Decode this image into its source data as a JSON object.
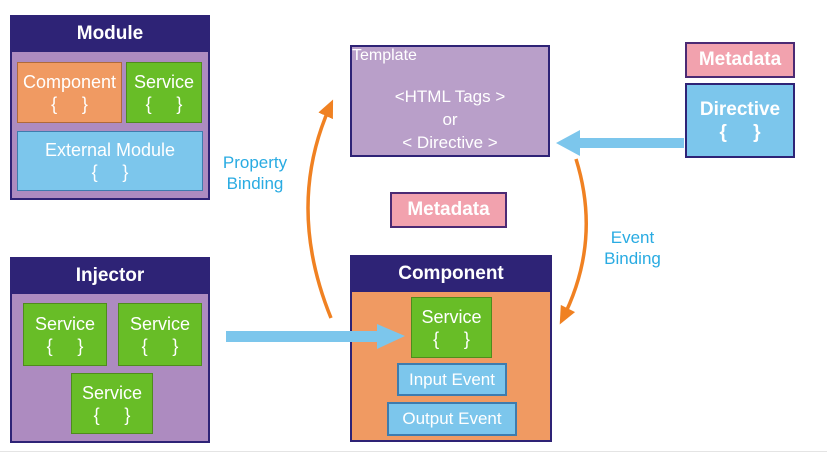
{
  "module": {
    "title": "Module",
    "component": {
      "label": "Component",
      "braces": "{ }"
    },
    "service": {
      "label": "Service",
      "braces": "{ }"
    },
    "external_module": {
      "label": "External Module",
      "braces": "{ }"
    }
  },
  "injector": {
    "title": "Injector",
    "services": [
      {
        "label": "Service",
        "braces": "{ }"
      },
      {
        "label": "Service",
        "braces": "{ }"
      },
      {
        "label": "Service",
        "braces": "{ }"
      }
    ]
  },
  "template": {
    "title": "Template",
    "body_lines": [
      "<HTML Tags >",
      "or",
      "< Directive >"
    ]
  },
  "metadata_center": {
    "label": "Metadata"
  },
  "component": {
    "title": "Component",
    "service": {
      "label": "Service",
      "braces": "{ }"
    },
    "input_event": "Input Event",
    "output_event": "Output Event"
  },
  "metadata_right": {
    "label": "Metadata"
  },
  "directive": {
    "label": "Directive",
    "braces": "{ }"
  },
  "arrow_labels": {
    "property_binding": [
      "Property",
      "Binding"
    ],
    "event_binding": [
      "Event",
      "Binding"
    ]
  },
  "colors": {
    "header_navy": "#2e2376",
    "container_purple": "#ad8bc0",
    "template_purple": "#b99fc9",
    "orange_fill": "#f09a62",
    "green_fill": "#68bd27",
    "light_blue_fill": "#7cc6ec",
    "pink_fill": "#f2a2ae",
    "orange_arrow": "#f08122",
    "binding_label_blue": "#29abe2"
  }
}
